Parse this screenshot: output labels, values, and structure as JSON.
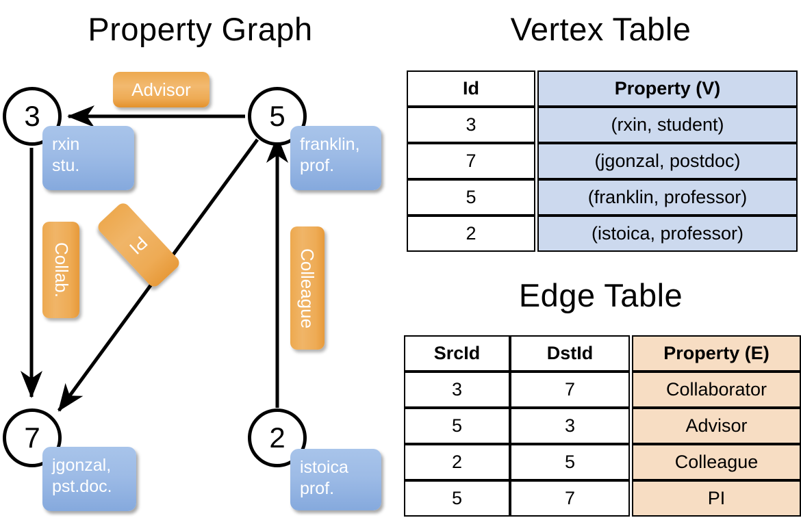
{
  "titles": {
    "graph": "Property Graph",
    "vertex": "Vertex Table",
    "edge": "Edge Table"
  },
  "graph": {
    "nodes": [
      {
        "id": "3",
        "label": "3",
        "property_lines": [
          "rxin",
          "stu."
        ]
      },
      {
        "id": "5",
        "label": "5",
        "property_lines": [
          "franklin,",
          "prof."
        ]
      },
      {
        "id": "7",
        "label": "7",
        "property_lines": [
          "jgonzal,",
          "pst.doc."
        ]
      },
      {
        "id": "2",
        "label": "2",
        "property_lines": [
          "istoica",
          "prof."
        ]
      }
    ],
    "edge_labels": [
      {
        "name": "advisor",
        "text": "Advisor"
      },
      {
        "name": "collab",
        "text": "Collab."
      },
      {
        "name": "pi",
        "text": "PI"
      },
      {
        "name": "colleague",
        "text": "Colleague"
      }
    ],
    "edges": [
      {
        "from": "5",
        "to": "3",
        "label": "Advisor"
      },
      {
        "from": "3",
        "to": "7",
        "label": "Collab."
      },
      {
        "from": "5",
        "to": "7",
        "label": "PI"
      },
      {
        "from": "2",
        "to": "5",
        "label": "Colleague"
      }
    ]
  },
  "vertex_table": {
    "columns": [
      "Id",
      "Property (V)"
    ],
    "rows": [
      {
        "id": "3",
        "property": "(rxin, student)"
      },
      {
        "id": "7",
        "property": "(jgonzal, postdoc)"
      },
      {
        "id": "5",
        "property": "(franklin, professor)"
      },
      {
        "id": "2",
        "property": "(istoica, professor)"
      }
    ]
  },
  "edge_table": {
    "columns": [
      "SrcId",
      "DstId",
      "Property (E)"
    ],
    "rows": [
      {
        "src": "3",
        "dst": "7",
        "property": "Collaborator"
      },
      {
        "src": "5",
        "dst": "3",
        "property": "Advisor"
      },
      {
        "src": "2",
        "dst": "5",
        "property": "Colleague"
      },
      {
        "src": "5",
        "dst": "7",
        "property": "PI"
      }
    ]
  },
  "colors": {
    "vertex_property_fill": "#ccd9ee",
    "edge_property_fill": "#f7ddc3",
    "node_box_blue": "#9dbbe6",
    "edge_label_orange": "#eda94f",
    "stroke": "#000000",
    "background": "#ffffff"
  }
}
